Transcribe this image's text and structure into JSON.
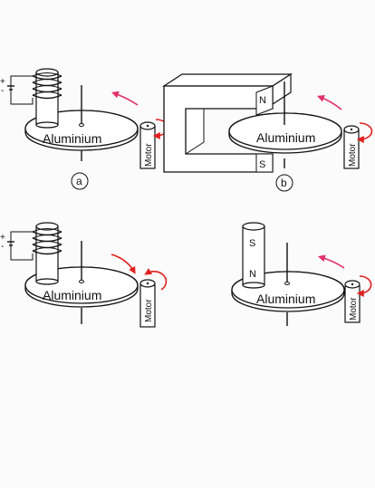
{
  "colors": {
    "background": "#fbfbfb",
    "stroke": "#111111",
    "metal_fill": "#ffffff",
    "arrow_pink": "#e0306a",
    "arrow_red": "#e0201e"
  },
  "labels": {
    "disc": "Aluminium",
    "motor": "Motor",
    "north": "N",
    "south": "S",
    "plus": "+",
    "minus": "-",
    "panel_a": "a",
    "panel_b": "b"
  },
  "icons": {
    "motion_arrow": "curved-arrow",
    "battery": "battery-symbol"
  }
}
